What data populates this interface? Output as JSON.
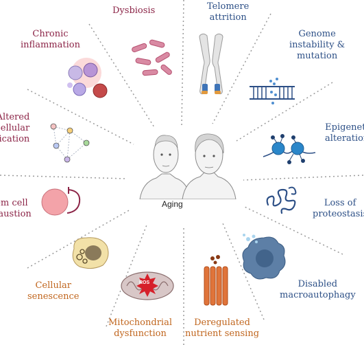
{
  "center": {
    "label": "Aging"
  },
  "hallmarks": [
    {
      "key": "dysbiosis",
      "lines": [
        "Dysbiosis"
      ]
    },
    {
      "key": "telomere",
      "lines": [
        "Telomere",
        "attrition"
      ]
    },
    {
      "key": "genome",
      "lines": [
        "Genome",
        "instability &",
        "mutation"
      ]
    },
    {
      "key": "epigenetic",
      "lines": [
        "Epigenetic",
        "alterations"
      ]
    },
    {
      "key": "proteostasis",
      "lines": [
        "Loss of",
        "proteostasis"
      ]
    },
    {
      "key": "macroautophagy",
      "lines": [
        "Disabled",
        "macroautophagy"
      ]
    },
    {
      "key": "nutrient",
      "lines": [
        "Deregulated",
        "nutrient sensing"
      ]
    },
    {
      "key": "mitochondrial",
      "lines": [
        "Mitochondrial",
        "dysfunction"
      ]
    },
    {
      "key": "senescence",
      "lines": [
        "Cellular",
        "senescence"
      ]
    },
    {
      "key": "stemcell",
      "lines": [
        "Stem cell",
        "exhaustion"
      ]
    },
    {
      "key": "intercellular",
      "lines": [
        "Altered",
        "intercellular",
        "communication"
      ]
    },
    {
      "key": "inflammation",
      "lines": [
        "Chronic",
        "inflammation"
      ]
    }
  ],
  "mito_badge": "ROS",
  "colors": {
    "dysbiosis": "#8b2346",
    "inflammation": "#8b2346",
    "intercellular": "#8b2346",
    "stemcell": "#8b2346",
    "telomere": "#2c4f86",
    "genome": "#2c4f86",
    "epigenetic": "#2c4f86",
    "proteostasis": "#2c4f86",
    "macroautophagy": "#2c4f86",
    "nutrient": "#c0651d",
    "mitochondrial": "#c0651d",
    "senescence": "#c0651d",
    "divider": "#9a9a9a"
  },
  "icons": [
    "bacteria-icon",
    "chromosome-icon",
    "dna-mutation-icon",
    "nucleosome-icon",
    "misfolded-protein-icon",
    "macrophage-icon",
    "receptor-icon",
    "mitochondrion-icon",
    "senescent-cell-icon",
    "stem-cell-icon",
    "cell-network-icon",
    "immune-cells-icon"
  ]
}
